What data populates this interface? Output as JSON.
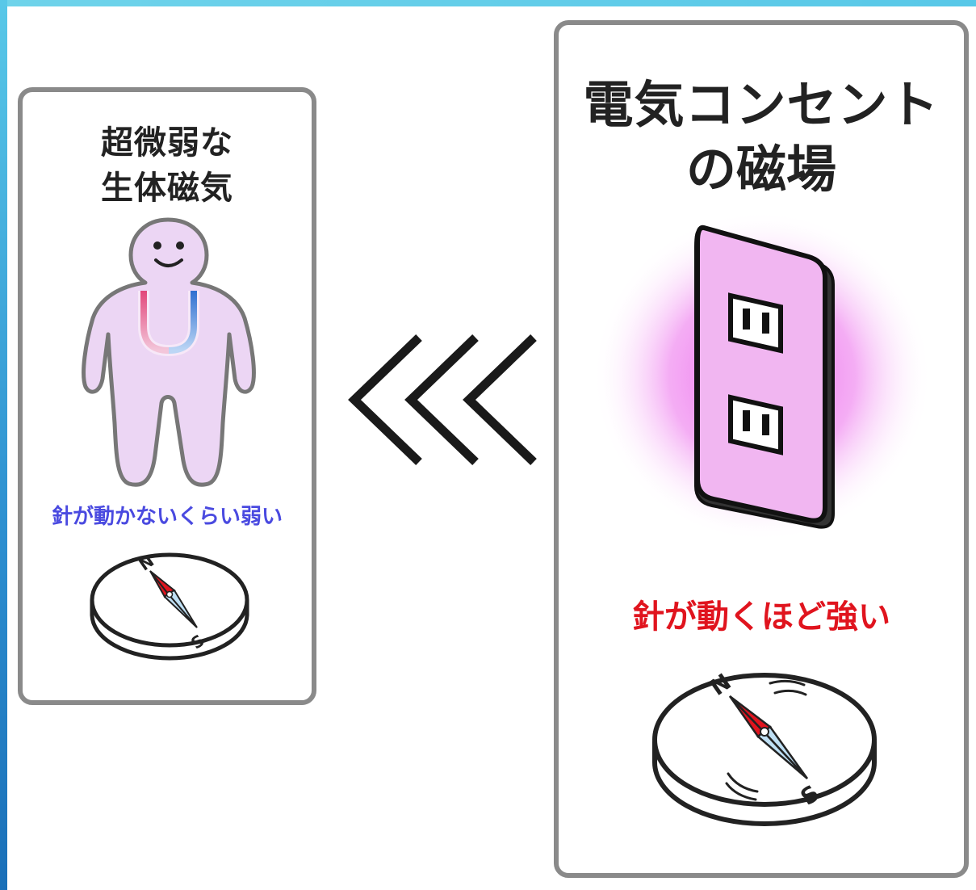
{
  "left_panel": {
    "title_line1": "超微弱な",
    "title_line2": "生体磁気",
    "caption": "針が動かないくらい弱い"
  },
  "right_panel": {
    "title_line1": "電気コンセント",
    "title_line2": "の磁場",
    "caption": "針が動くほど強い"
  },
  "compass_labels": {
    "north": "N",
    "south": "S"
  },
  "arrows": {
    "count": 3,
    "direction": "left"
  },
  "icons": [
    "human-figure-icon",
    "magnet-icon",
    "compass-icon",
    "power-outlet-icon",
    "chevron-left-icon"
  ],
  "colors": {
    "frame_accent": "#58c8e8",
    "panel_border": "#8a8a8a",
    "left_caption": "#4a4ae0",
    "right_caption": "#e0141e",
    "glow": "#e85ae8",
    "figure_fill": "#ecd6f4"
  }
}
